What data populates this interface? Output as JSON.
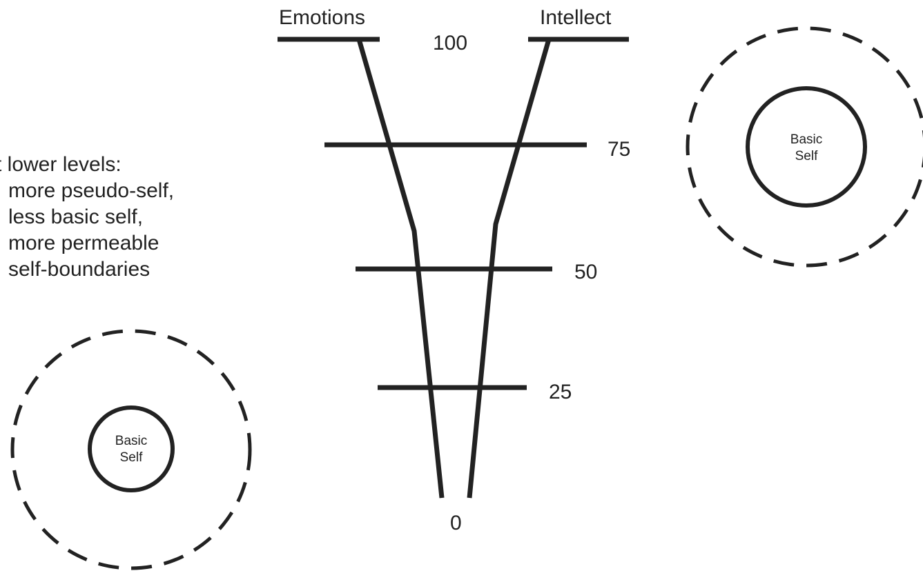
{
  "diagram": {
    "labels": {
      "emotions": "Emotions",
      "intellect": "Intellect"
    },
    "scale": {
      "levels": [
        {
          "value": 100,
          "label": "100"
        },
        {
          "value": 75,
          "label": "75"
        },
        {
          "value": 50,
          "label": "50"
        },
        {
          "value": 25,
          "label": "25"
        },
        {
          "value": 0,
          "label": "0"
        }
      ]
    },
    "note": {
      "lines": [
        "t lower levels:",
        "more pseudo-self,",
        "less basic self,",
        "more permeable",
        "self-boundaries"
      ]
    },
    "circles": {
      "high": {
        "label_line1": "Basic",
        "label_line2": "Self"
      },
      "low": {
        "label_line1": "Basic",
        "label_line2": "Self"
      }
    },
    "colors": {
      "ink": "#222222",
      "background": "#ffffff"
    }
  }
}
